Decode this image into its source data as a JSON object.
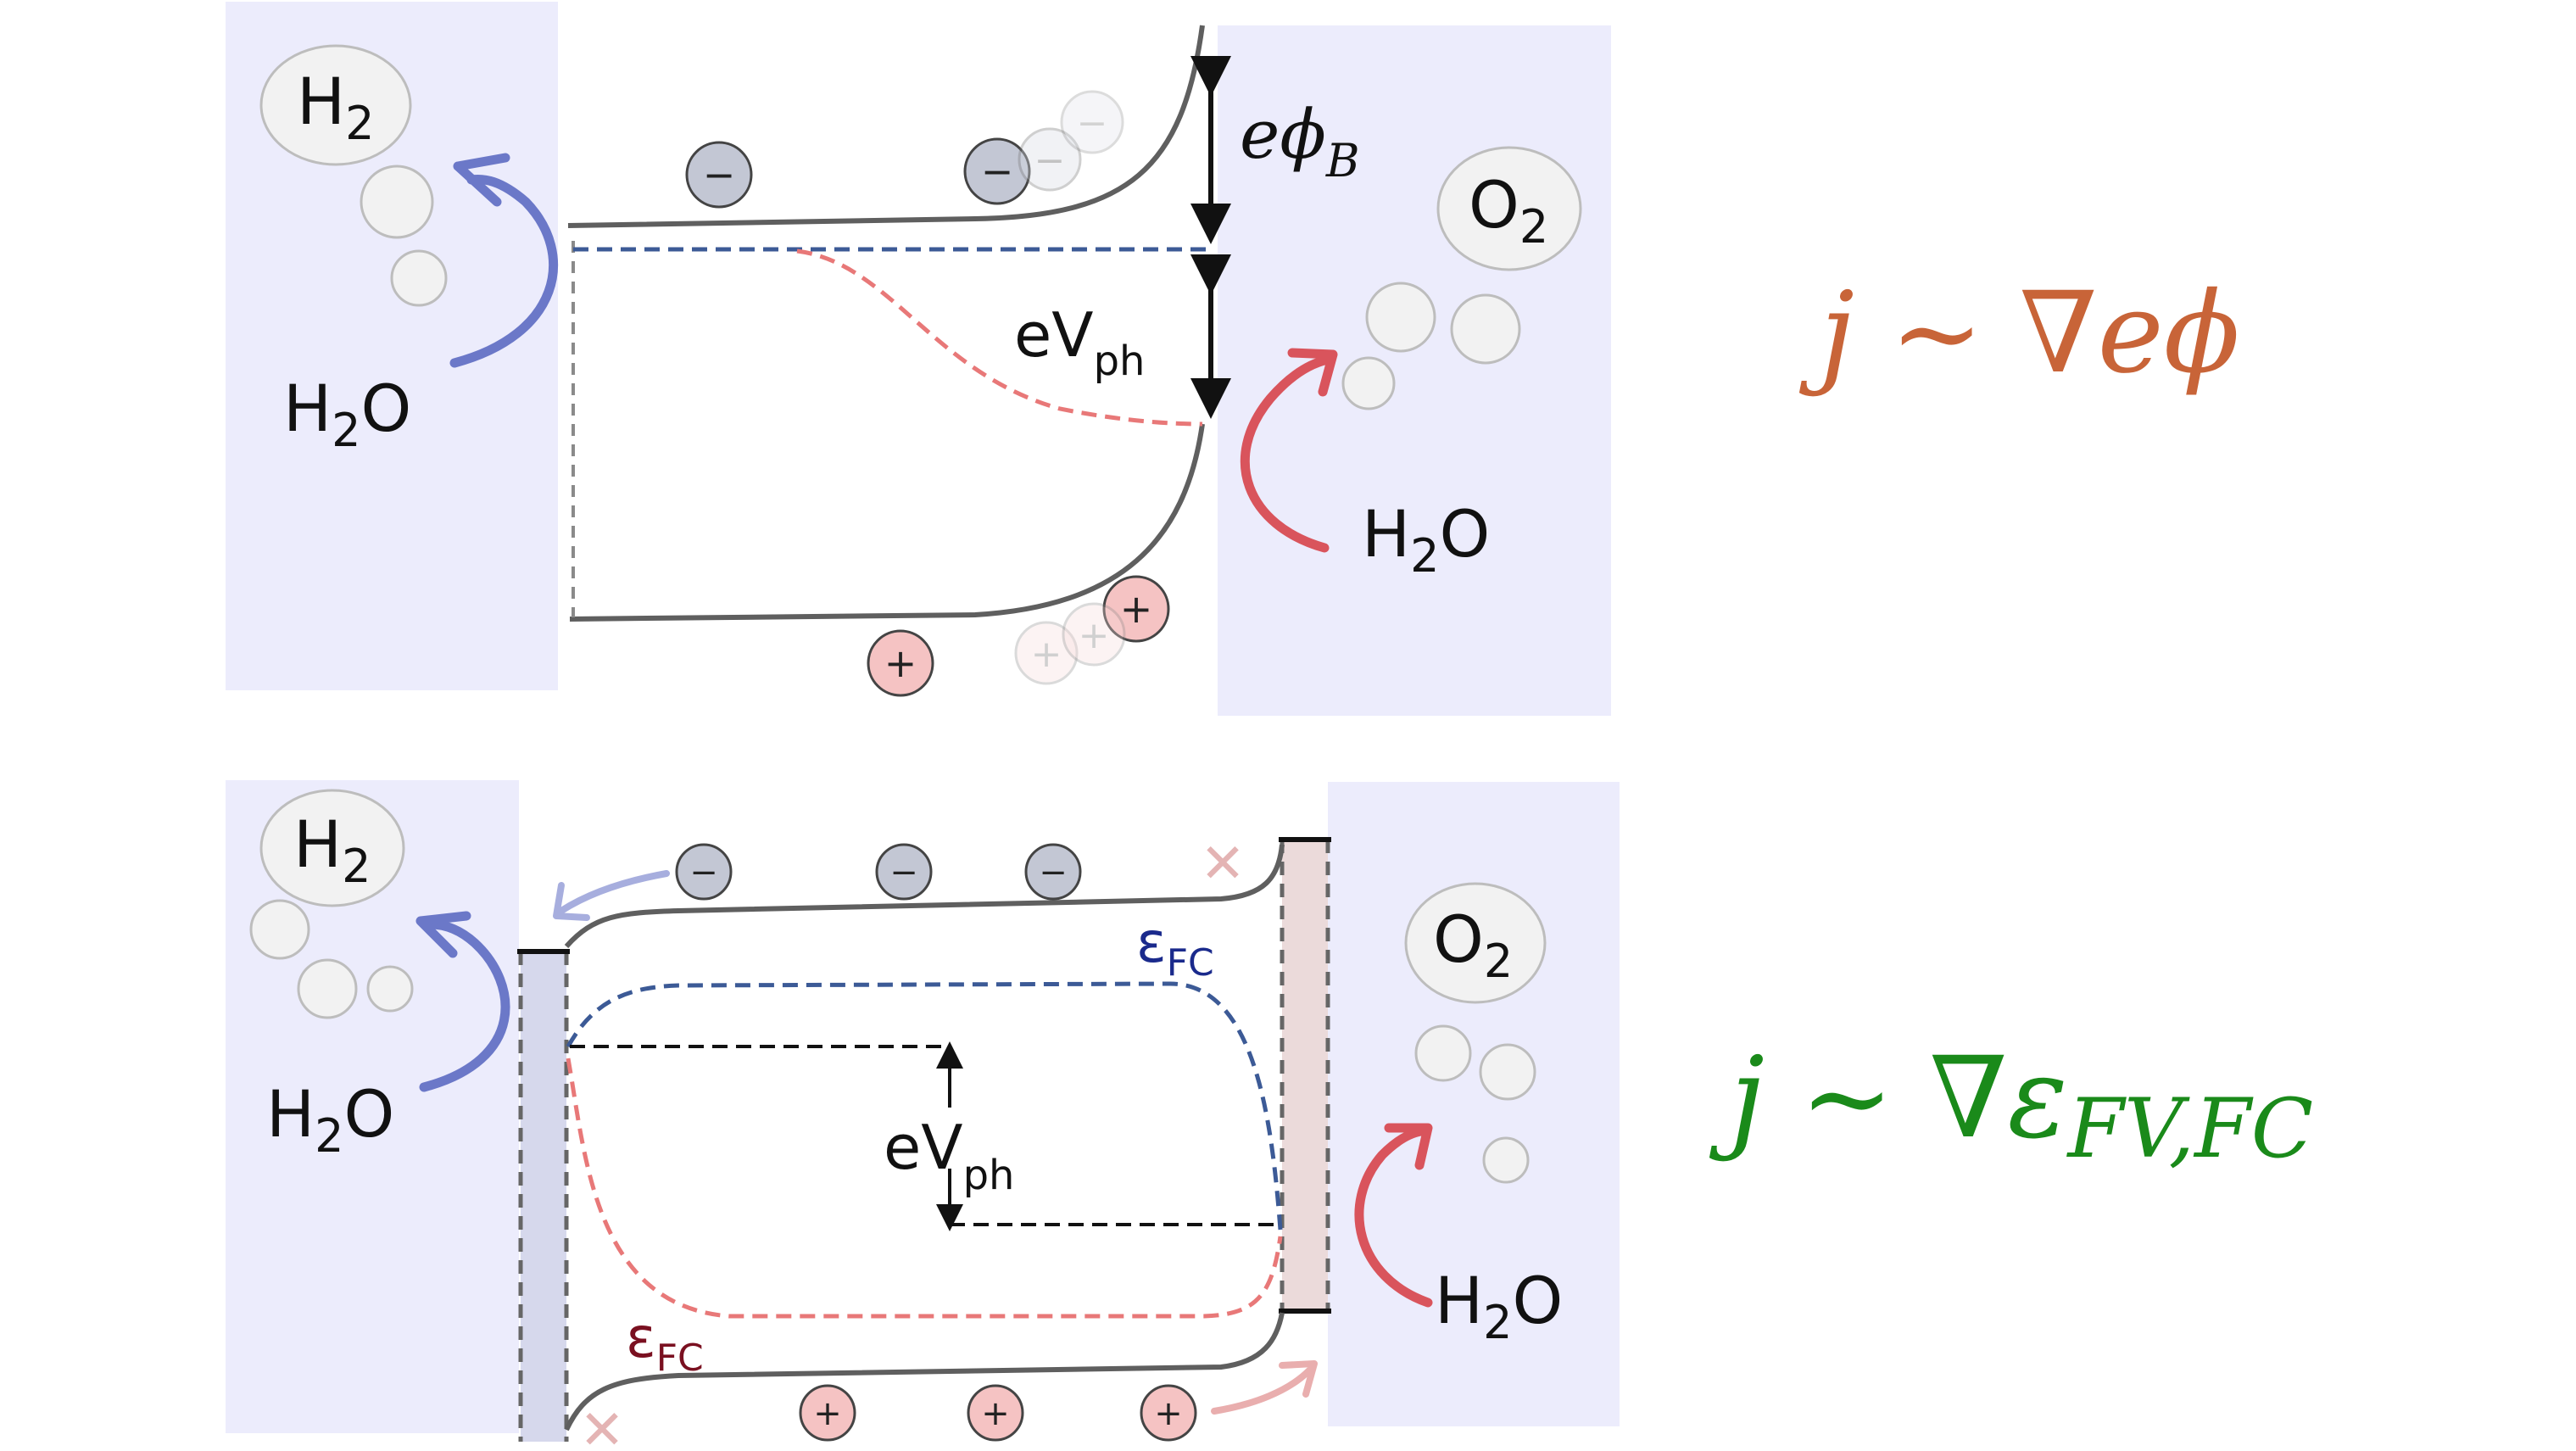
{
  "colors": {
    "electrolyte": "#ececfc",
    "band": "#5f5f5f",
    "blue_dash": "#3c5a96",
    "red_dash": "#e87878",
    "blue_arrow": "#6b78c8",
    "red_arrow": "#d9545c",
    "electron_fill": "#c3c7d4",
    "hole_fill": "#f5c3c3",
    "orange_formula": "#c86438",
    "green_formula": "#1a8a1a",
    "eps_fc_blue": "#1a2a8c",
    "eps_fc_red": "#7a1020",
    "left_contact": "#d6d8ec",
    "right_contact": "#ebdada",
    "cross": "#e4b4b4",
    "bubble": "#f2f2f2"
  },
  "top_panel": {
    "h2_label": {
      "main": "H",
      "sub": "2"
    },
    "o2_label": {
      "main": "O",
      "sub": "2"
    },
    "h2o_left": {
      "a": "H",
      "sub": "2",
      "b": "O"
    },
    "h2o_right": {
      "a": "H",
      "sub": "2",
      "b": "O"
    },
    "barrier_label": {
      "main": "eϕ",
      "sub": "B"
    },
    "photovoltage_label": {
      "main": "eV",
      "sub": "ph"
    },
    "electron_sign": "−",
    "hole_sign": "+"
  },
  "bottom_panel": {
    "h2_label": {
      "main": "H",
      "sub": "2"
    },
    "o2_label": {
      "main": "O",
      "sub": "2"
    },
    "h2o_left": {
      "a": "H",
      "sub": "2",
      "b": "O"
    },
    "h2o_right": {
      "a": "H",
      "sub": "2",
      "b": "O"
    },
    "photovoltage_label": {
      "main": "eV",
      "sub": "ph"
    },
    "eps_fc_upper": {
      "main": "ε",
      "sub": "FC"
    },
    "eps_fc_lower": {
      "main": "ε",
      "sub": "FC"
    },
    "electron_sign": "−",
    "hole_sign": "+",
    "cross_mark": "✕"
  },
  "formulas": {
    "top": "j ~ ∇eϕ",
    "bottom": {
      "main": "j ~ ∇ε",
      "sub": "FV,FC"
    }
  }
}
